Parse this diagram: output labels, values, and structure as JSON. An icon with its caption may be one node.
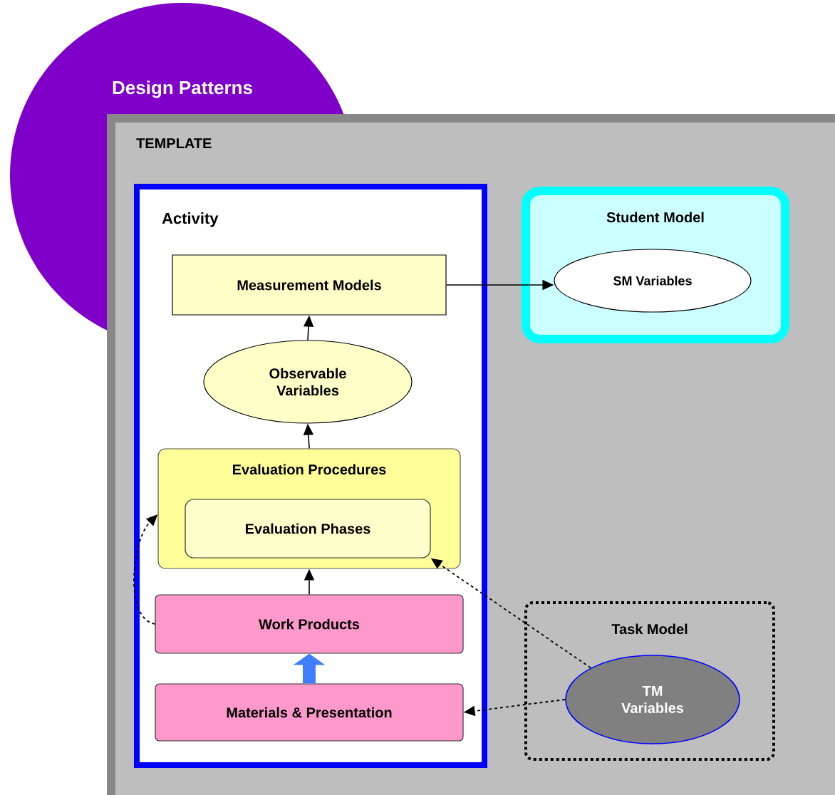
{
  "diagram": {
    "nodes": [
      {
        "text": [
          "Design Patterns"
        ]
      },
      {
        "text": [
          "TEMPLATE"
        ]
      },
      {
        "text": [
          "Activity"
        ],
        "in": 1
      },
      {
        "text": [
          "Measurement Models"
        ],
        "in": 2
      },
      {
        "text": [
          "Observable Variables"
        ],
        "in": 2
      },
      {
        "text": [
          "Evaluation Procedures"
        ],
        "in": 2
      },
      {
        "text": [
          "Evaluation Phases"
        ],
        "in": 5
      },
      {
        "text": [
          "Work Products"
        ],
        "in": 2
      },
      {
        "text": [
          "Materials & Presentation"
        ],
        "in": 2
      },
      {
        "text": [
          "Student Model"
        ],
        "in": 1
      },
      {
        "text": [
          "SM Variables"
        ],
        "in": 9
      },
      {
        "text": [
          "Task Model"
        ],
        "in": 1
      },
      {
        "text": [
          "TM Variables"
        ],
        "in": 11
      }
    ],
    "edges": [
      {
        "from": 3,
        "to": 10,
        "arrow": "to"
      },
      {
        "from": 4,
        "to": 3,
        "arrow": "to"
      },
      {
        "from": 5,
        "to": 4,
        "arrow": "to"
      },
      {
        "from": 7,
        "to": 5,
        "arrow": "to"
      },
      {
        "from": 7,
        "to": 5,
        "arrow": "to",
        "style": "dashed"
      },
      {
        "from": 8,
        "to": 7,
        "arrow": "to",
        "style": "thick",
        "color": "#3f7fff"
      },
      {
        "from": 12,
        "to": 6,
        "arrow": "to",
        "style": "dashed"
      },
      {
        "from": 12,
        "to": 8,
        "arrow": "to",
        "style": "dashed"
      }
    ]
  }
}
